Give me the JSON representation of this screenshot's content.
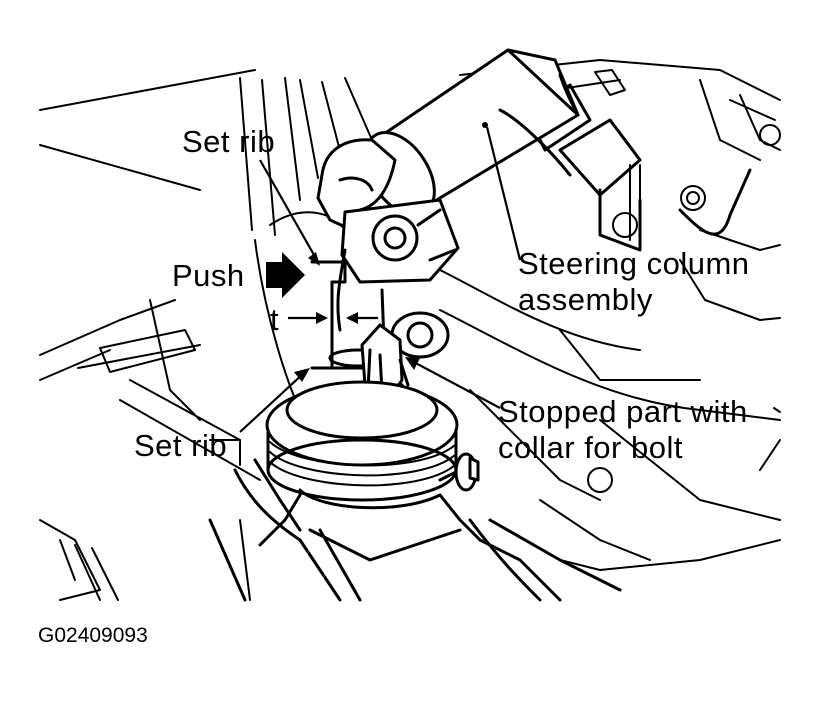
{
  "labels": {
    "set_rib_top": "Set rib",
    "push": "Push",
    "t": "t",
    "set_rib_bottom": "Set rib",
    "steering_line1": "Steering column",
    "steering_line2": "assembly",
    "stopped_line1": "Stopped part with",
    "stopped_line2": "collar for bolt",
    "figure_id": "G02409093"
  }
}
